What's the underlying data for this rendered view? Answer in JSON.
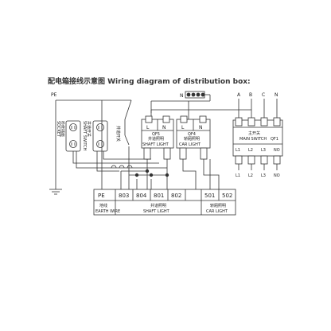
{
  "title": "配电箱接线示意图 Wiring diagram of distribution box:",
  "left_labels": {
    "pe": "PE"
  },
  "n_terminal_label": "N",
  "phases": [
    "A",
    "B",
    "C",
    "N"
  ],
  "socket": {
    "cn": "检修插座",
    "en": "SOCKET"
  },
  "shaft_switch": {
    "cn": "井道开关",
    "en": "SHAFT SWITCH"
  },
  "breakers": {
    "qf5": {
      "code": "QF5",
      "cn": "井道照明",
      "en": "SHAFT LIGHT",
      "l": "L",
      "n": "N"
    },
    "qf4": {
      "code": "QF4",
      "cn": "轿厢照明",
      "en": "CAR LIGHT",
      "l": "L",
      "n": "N"
    }
  },
  "main_switch": {
    "cn": "主开关",
    "en": "MAIN SWITCH",
    "code": "QF1",
    "terminals": [
      "L1",
      "L2",
      "L3",
      "NO"
    ]
  },
  "bottom_outputs": [
    "L1",
    "L2",
    "L3",
    "NO"
  ],
  "terminal_strip": {
    "cells": [
      "PE",
      "803",
      "804",
      "801",
      "802",
      "",
      "501",
      "502"
    ],
    "earth": {
      "cn": "地线",
      "en": "EARTH WIRE"
    },
    "shaft": {
      "cn": "井道照明",
      "en": "SHAFT LIGHT"
    },
    "car": {
      "cn": "轿厢照明",
      "en": "CAR LIGHT"
    }
  }
}
